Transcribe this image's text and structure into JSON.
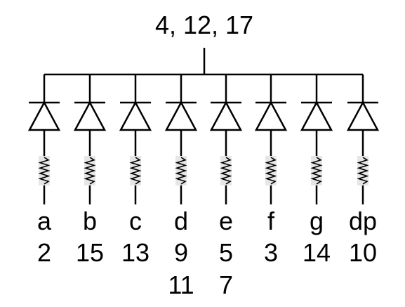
{
  "common": {
    "pins_label": "4, 12, 17"
  },
  "segments": [
    {
      "name": "a",
      "pin": "2"
    },
    {
      "name": "b",
      "pin": "15"
    },
    {
      "name": "c",
      "pin": "13"
    },
    {
      "name": "d",
      "pin": "9",
      "extra_pin": "11"
    },
    {
      "name": "e",
      "pin": "5",
      "extra_pin": "7"
    },
    {
      "name": "f",
      "pin": "3"
    },
    {
      "name": "g",
      "pin": "14"
    },
    {
      "name": "dp",
      "pin": "10"
    }
  ],
  "colors": {
    "line": "#000000",
    "resistor_fill": "#e6e6e6",
    "background": "#ffffff"
  }
}
